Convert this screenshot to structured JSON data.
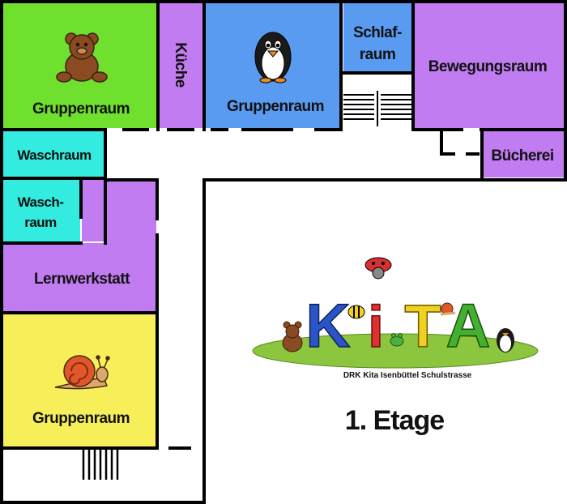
{
  "rooms": {
    "gruppenraum_bear": "Gruppenraum",
    "kueche": "Küche",
    "gruppenraum_penguin": "Gruppenraum",
    "schlafraum_line1": "Schlaf-",
    "schlafraum_line2": "raum",
    "bewegungsraum": "Bewegungsraum",
    "waschraum": "Waschraum",
    "waschraum2_line1": "Wasch-",
    "waschraum2_line2": "raum",
    "buecherei": "Bücherei",
    "lernwerkstatt": "Lernwerkstatt",
    "gruppenraum_snail": "Gruppenraum"
  },
  "logo": {
    "letters": [
      "K",
      "i",
      "T",
      "A"
    ],
    "caption": "DRK Kita Isenbüttel Schulstrasse"
  },
  "floor_label": "1. Etage",
  "colors": {
    "green": "#6fe02e",
    "purple": "#c07cf0",
    "blue": "#5a9bf2",
    "cyan": "#33ecdf",
    "yellow": "#f7ef5a",
    "wall": "#000000",
    "grass": "#8cc63f",
    "k_blue": "#2a55c8",
    "i_red": "#e03030",
    "t_yellow": "#f0d020",
    "a_green": "#44b030"
  },
  "icons": [
    "teddy-bear-icon",
    "penguin-icon",
    "snail-icon",
    "stairs-icon",
    "ladybug-icon",
    "bee-icon",
    "frog-icon"
  ]
}
